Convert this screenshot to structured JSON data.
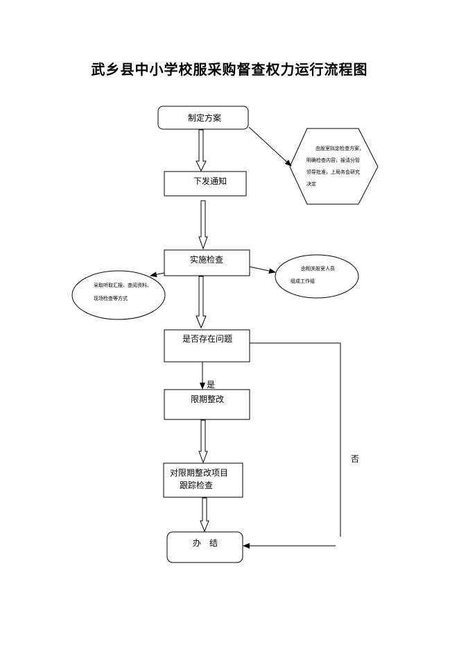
{
  "title": "武乡县中小学校服采购督查权力运行流程图",
  "nodes": {
    "plan": "制定方案",
    "notify": "下发通知",
    "inspect": "实施检查",
    "problem": "是否存在问题",
    "rectify": "限期整改",
    "track_line1": "对限期整改项目",
    "track_line2": "跟踪检查",
    "finish": "办　结"
  },
  "notes": {
    "hexagon": [
      "由股室拟定检查方案，",
      "明确检查内容，报请分管",
      "领导批准，上局务会研究",
      "决定"
    ],
    "right_ellipse": [
      "由相关股室人员",
      "组成工作组"
    ],
    "left_ellipse": [
      "采取听取汇报、查阅资料、",
      "现场检查等方式"
    ]
  },
  "edges": {
    "yes": "是",
    "no": "否"
  }
}
